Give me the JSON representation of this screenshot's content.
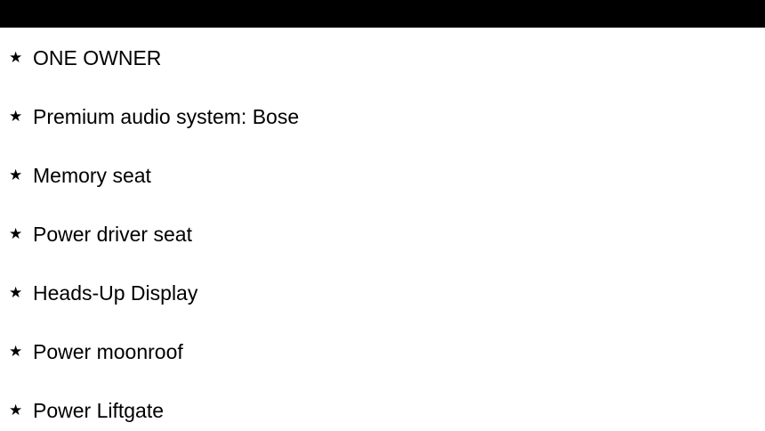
{
  "features": [
    {
      "icon": "star-icon",
      "label": "ONE OWNER"
    },
    {
      "icon": "star-icon",
      "label": "Premium audio system: Bose"
    },
    {
      "icon": "star-icon",
      "label": "Memory seat"
    },
    {
      "icon": "star-icon",
      "label": "Power driver seat"
    },
    {
      "icon": "star-icon",
      "label": "Heads-Up Display"
    },
    {
      "icon": "star-icon",
      "label": "Power moonroof"
    },
    {
      "icon": "star-icon",
      "label": "Power Liftgate"
    }
  ],
  "colors": {
    "background": "#ffffff",
    "top_bar": "#000000",
    "text": "#000000"
  }
}
